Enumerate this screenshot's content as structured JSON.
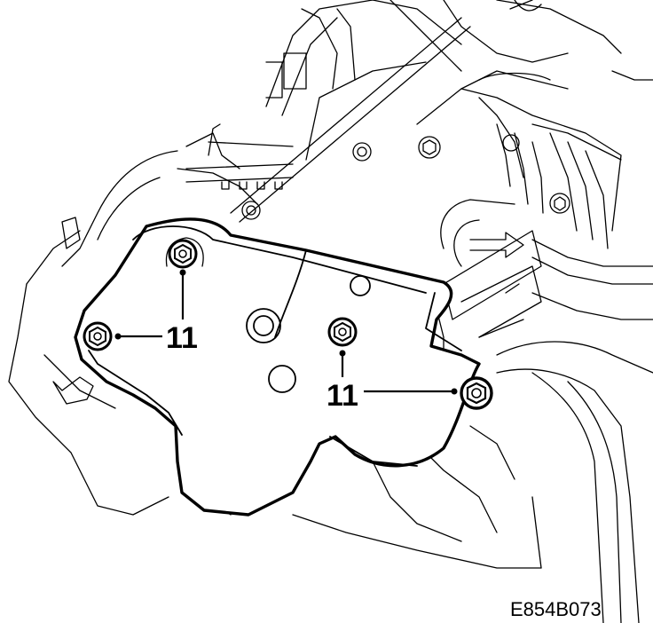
{
  "callouts": [
    {
      "id": "bolt-a",
      "label": "11"
    },
    {
      "id": "bolt-b",
      "label": "11"
    }
  ],
  "figure_id": "E854B073"
}
